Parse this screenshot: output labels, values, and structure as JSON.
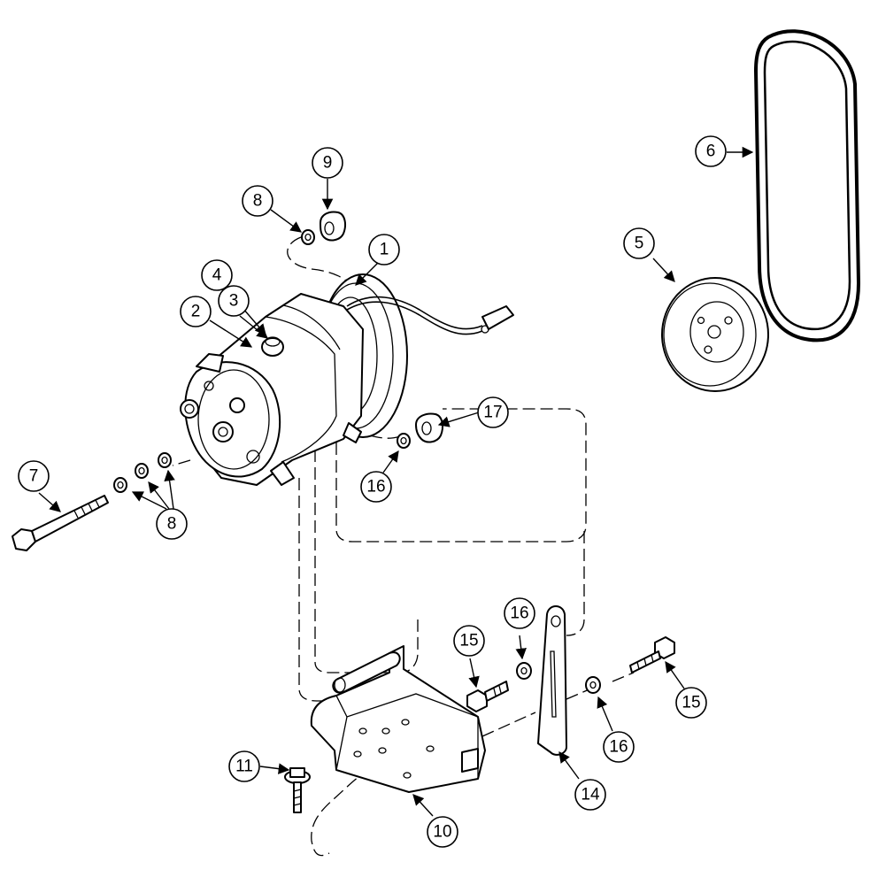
{
  "callouts": {
    "c1": "1",
    "c2": "2",
    "c3": "3",
    "c4": "4",
    "c5": "5",
    "c6": "6",
    "c7": "7",
    "c8a": "8",
    "c8b": "8",
    "c9": "9",
    "c10": "10",
    "c11": "11",
    "c14": "14",
    "c15a": "15",
    "c15b": "15",
    "c16a": "16",
    "c16b": "16",
    "c16c": "16",
    "c17": "17"
  },
  "colors": {
    "ink": "#000000",
    "paper": "#ffffff"
  }
}
